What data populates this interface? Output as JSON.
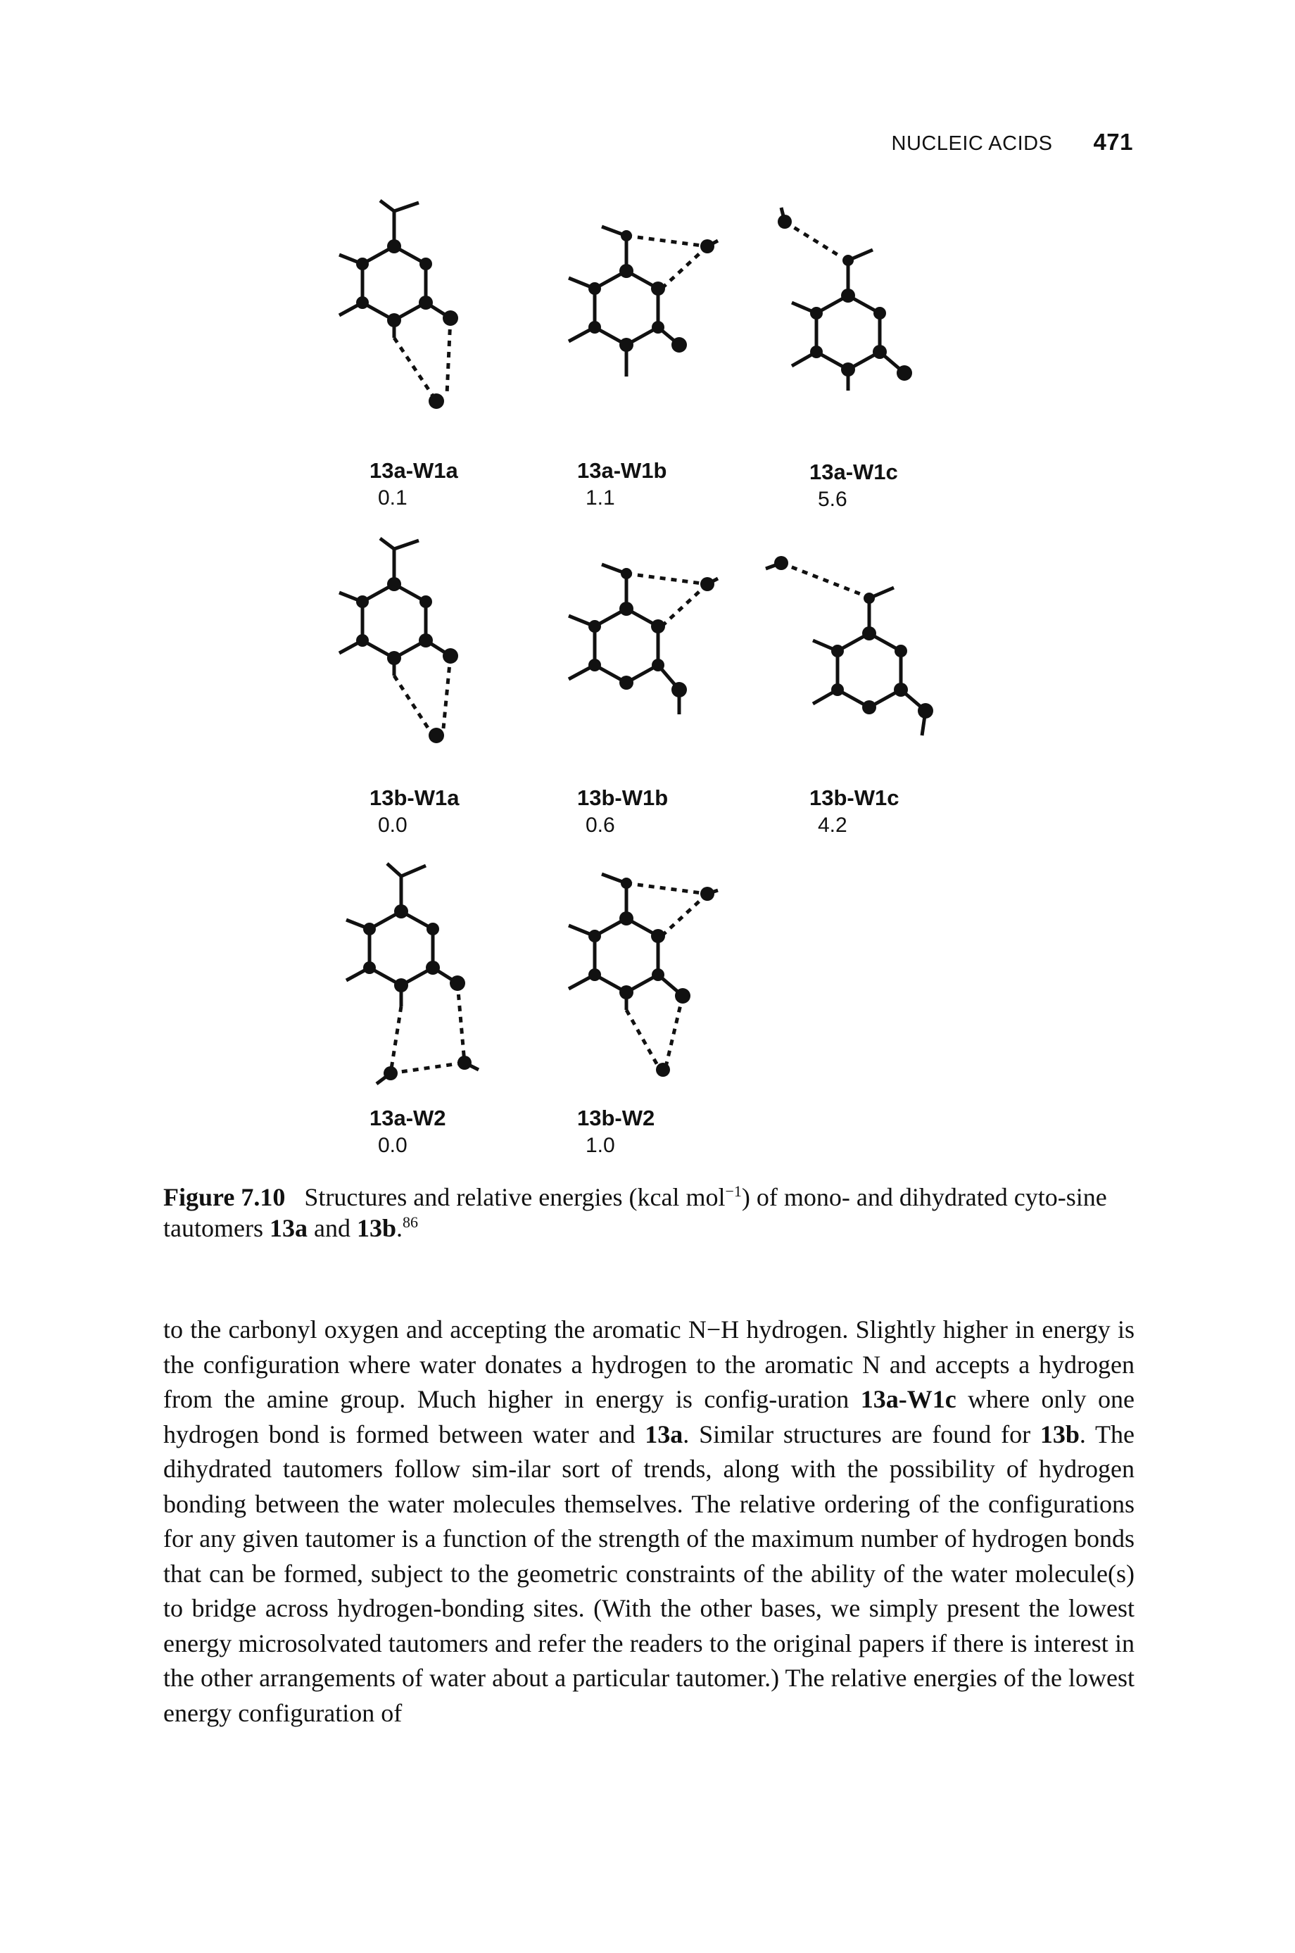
{
  "running_head": {
    "section": "NUCLEIC ACIDS",
    "page_number": "471"
  },
  "figure": {
    "structures": [
      {
        "label": "13a-W1a",
        "energy": "0.1"
      },
      {
        "label": "13a-W1b",
        "energy": "1.1"
      },
      {
        "label": "13a-W1c",
        "energy": "5.6"
      },
      {
        "label": "13b-W1a",
        "energy": "0.0"
      },
      {
        "label": "13b-W1b",
        "energy": "0.6"
      },
      {
        "label": "13b-W1c",
        "energy": "4.2"
      },
      {
        "label": "13a-W2",
        "energy": "0.0"
      },
      {
        "label": "13b-W2",
        "energy": "1.0"
      }
    ],
    "caption": {
      "figure_label": "Figure 7.10",
      "text_1": "Structures and relative energies (kcal mol",
      "superscript_1": "−1",
      "text_2": ") of mono- and dihydrated cyto-sine tautomers ",
      "bold_1": "13a",
      "text_3": " and ",
      "bold_2": "13b",
      "text_4": ".",
      "reference": "86"
    }
  },
  "body": {
    "s1": "to the carbonyl oxygen and accepting the aromatic N−H hydrogen. Slightly higher in energy is the configuration where water donates a hydrogen to the aromatic N and accepts a hydrogen from the amine group. Much higher in energy is config-uration ",
    "b1": "13a-W1c",
    "s2": " where only one hydrogen bond is formed between water and ",
    "b2": "13a",
    "s3": ". Similar structures are found for ",
    "b3": "13b",
    "s4": ". The dihydrated tautomers follow sim-ilar sort of trends, along with the possibility of hydrogen bonding between the water molecules themselves. The relative ordering of the configurations for any given tautomer is a function of the strength of the maximum number of hydrogen bonds that can be formed, subject to the geometric constraints of the ability of the water molecule(s) to bridge across hydrogen-bonding sites. (With the other bases, we simply present the lowest energy microsolvated tautomers and refer the readers to the original papers if there is interest in the other arrangements of water about a particular tautomer.) The relative energies of the lowest energy configuration of"
  }
}
